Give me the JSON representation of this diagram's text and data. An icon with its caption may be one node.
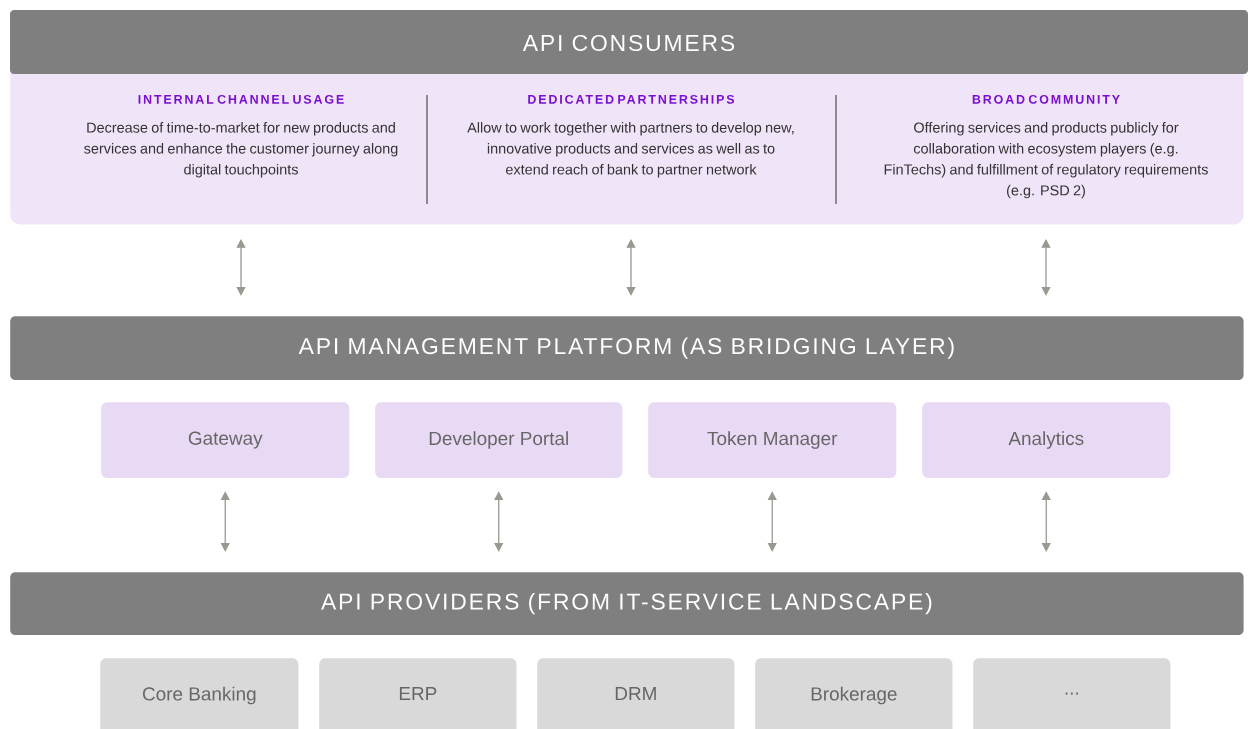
{
  "diagram": {
    "nodes": [
      {
        "text": [
          "API CONSUMERS"
        ]
      },
      {
        "text": [
          "INTERNAL CHANNEL USAGE",
          "Decrease of time-to-market for new products and services and enhance the customer journey along digital touchpoints"
        ],
        "in": 0
      },
      {
        "text": [
          "DEDICATED PARTNERSHIPS",
          "Allow to work together with partners to develop new, innovative products and services as well as to extend reach of bank to partner network"
        ],
        "in": 0
      },
      {
        "text": [
          "BROAD COMMUNITY",
          "Offering services and products publicly for collaboration with ecosystem players (e.g. FinTechs) and fulfillment of regulatory requirements (e.g. PSD 2)"
        ],
        "in": 0
      },
      {
        "text": [
          "API MANAGEMENT PLATFORM (AS BRIDGING LAYER)"
        ]
      },
      {
        "text": [
          "Gateway"
        ]
      },
      {
        "text": [
          "Developer Portal"
        ]
      },
      {
        "text": [
          "Token Manager"
        ]
      },
      {
        "text": [
          "Analytics"
        ]
      },
      {
        "text": [
          "API PROVIDERS (FROM IT-SERVICE LANDSCAPE)"
        ]
      },
      {
        "text": [
          "Core Banking"
        ]
      },
      {
        "text": [
          "ERP"
        ]
      },
      {
        "text": [
          "DRM"
        ]
      },
      {
        "text": [
          "Brokerage"
        ]
      },
      {
        "text": [
          "..."
        ]
      }
    ],
    "edges": [
      {
        "from": 1,
        "to": 4,
        "arrow": "both"
      },
      {
        "from": 2,
        "to": 4,
        "arrow": "both"
      },
      {
        "from": 3,
        "to": 4,
        "arrow": "both"
      },
      {
        "from": 5,
        "to": 9,
        "arrow": "both"
      },
      {
        "from": 6,
        "to": 9,
        "arrow": "both"
      },
      {
        "from": 7,
        "to": 9,
        "arrow": "both"
      },
      {
        "from": 8,
        "to": 9,
        "arrow": "both"
      }
    ]
  }
}
